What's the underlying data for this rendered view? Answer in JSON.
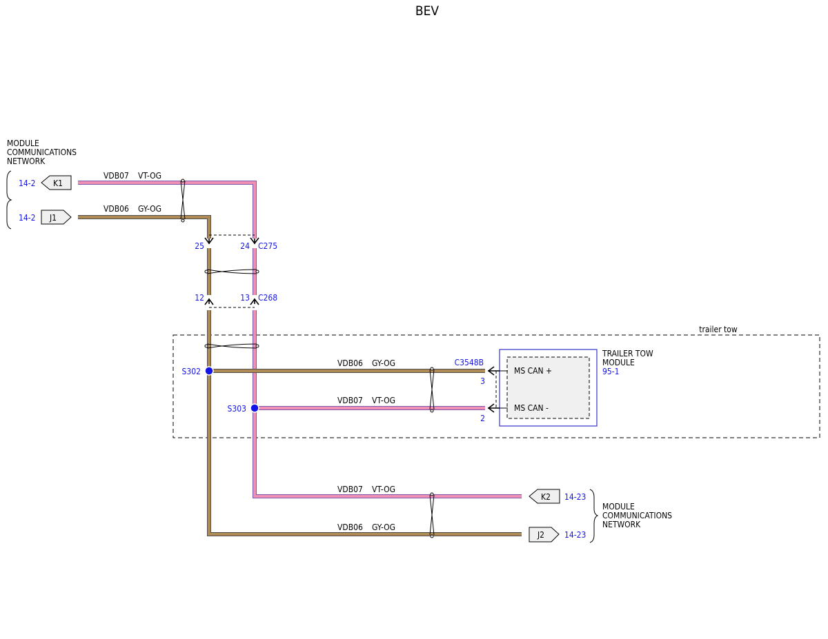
{
  "title": "BEV",
  "colors": {
    "vt_og_wire": "#ef8fb4",
    "vt_og_border": "#7a5aa8",
    "gy_og_wire": "#b08a55",
    "gy_og_border": "#4e4e4e",
    "ref_blue": "#1414e6",
    "module_border": "#3333cc",
    "module_fill": "#f0f0f0"
  },
  "left_network": {
    "label_lines": [
      "MODULE",
      "COMMUNICATIONS",
      "NETWORK"
    ],
    "connectors": [
      {
        "id": "K1",
        "page_ref": "14-2",
        "direction": "out"
      },
      {
        "id": "J1",
        "page_ref": "14-2",
        "direction": "in"
      }
    ]
  },
  "right_network": {
    "label_lines": [
      "MODULE",
      "COMMUNICATIONS",
      "NETWORK"
    ],
    "connectors": [
      {
        "id": "K2",
        "page_ref": "14-23",
        "direction": "out"
      },
      {
        "id": "J2",
        "page_ref": "14-23",
        "direction": "in"
      }
    ]
  },
  "wire_labels": {
    "top_vt": {
      "circuit": "VDB07",
      "color": "VT-OG"
    },
    "top_gy": {
      "circuit": "VDB06",
      "color": "GY-OG"
    },
    "mid_gy": {
      "circuit": "VDB06",
      "color": "GY-OG"
    },
    "mid_vt": {
      "circuit": "VDB07",
      "color": "VT-OG"
    },
    "bot_vt": {
      "circuit": "VDB07",
      "color": "VT-OG"
    },
    "bot_gy": {
      "circuit": "VDB06",
      "color": "GY-OG"
    }
  },
  "inline_connectors": [
    {
      "name": "C275",
      "pins": [
        "25",
        "24"
      ]
    },
    {
      "name": "C268",
      "pins": [
        "12",
        "13"
      ]
    }
  ],
  "splices": [
    "S302",
    "S303"
  ],
  "option_box_label": "trailer tow",
  "module": {
    "name_lines": [
      "TRAILER TOW",
      "MODULE"
    ],
    "page_ref": "95-1",
    "connector": "C3548B",
    "pins": [
      {
        "pin": "3",
        "signal": "MS CAN +"
      },
      {
        "pin": "2",
        "signal": "MS CAN -"
      }
    ]
  }
}
